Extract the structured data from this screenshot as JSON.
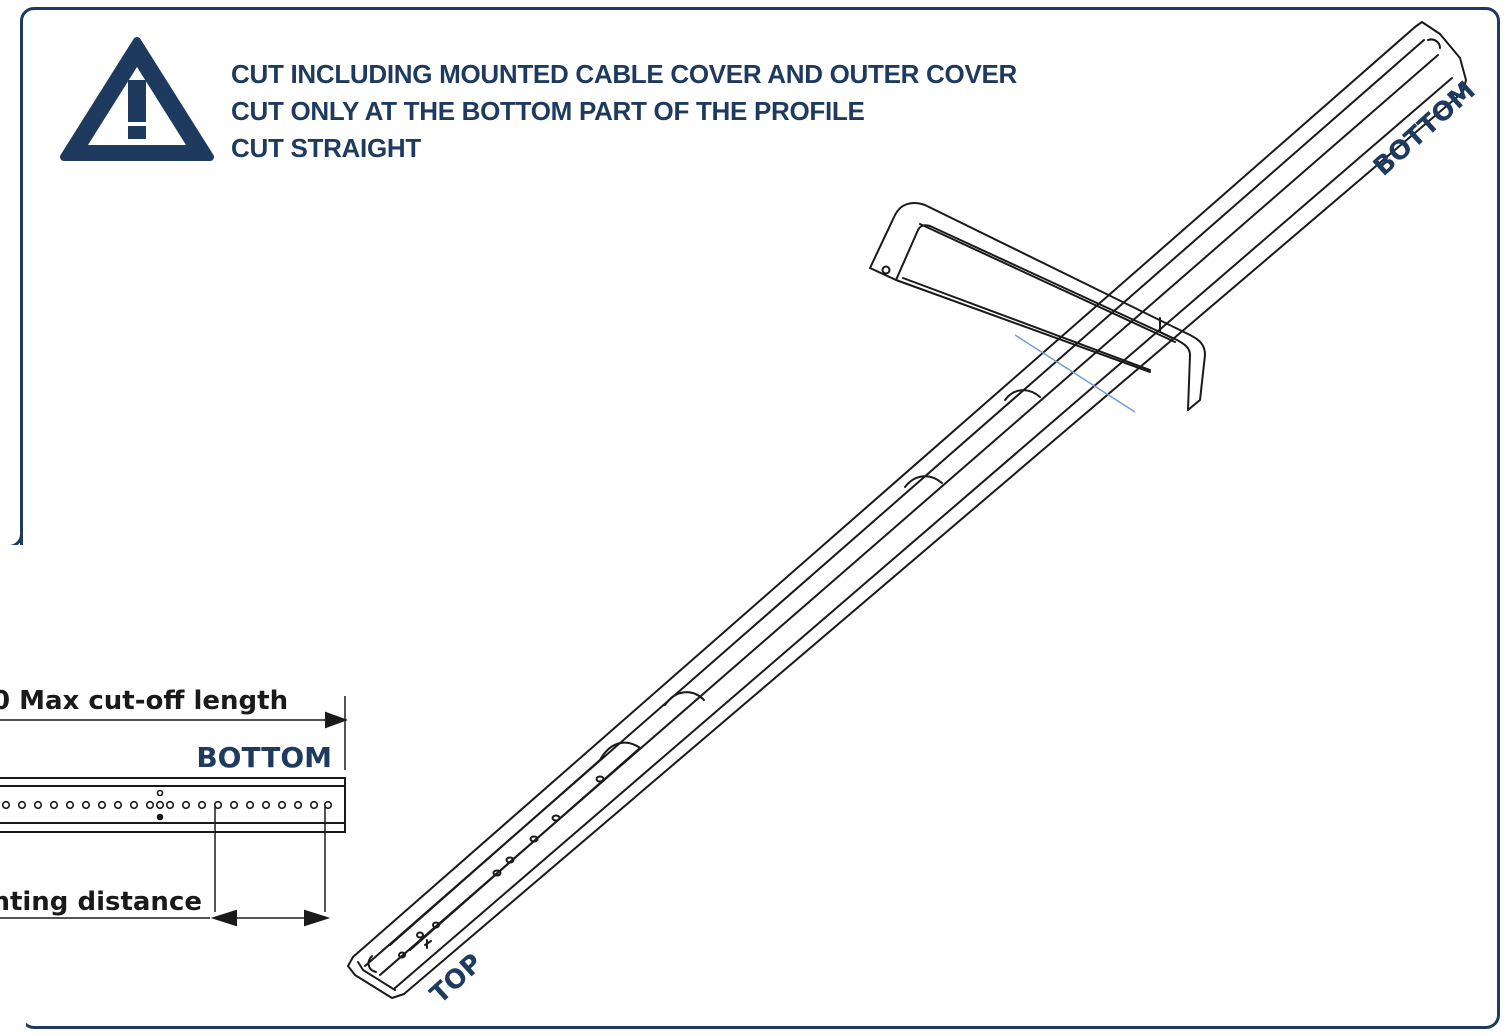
{
  "warnings": [
    "CUT INCLUDING MOUNTED CABLE COVER AND OUTER COVER",
    "CUT ONLY AT THE BOTTOM PART OF THE PROFILE",
    "CUT STRAIGHT"
  ],
  "labels": {
    "rail_bottom": "BOTTOM",
    "rail_top": "TOP",
    "detail_bottom": "BOTTOM",
    "max_cut_off": "0 Max cut-off length",
    "mounting_distance": "nting distance"
  },
  "colors": {
    "accent": "#1e3a5f",
    "line": "#1a1a1a",
    "cut_line": "#6f9fd0"
  },
  "icons": {
    "warning": "warning-triangle-icon"
  }
}
